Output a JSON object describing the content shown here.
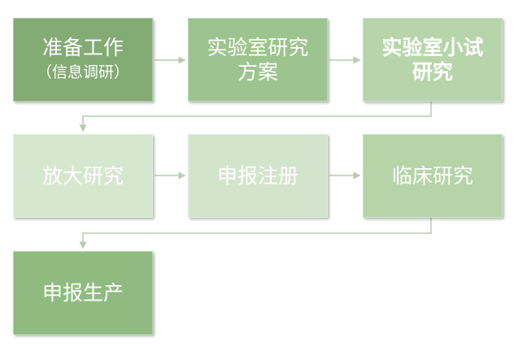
{
  "colors": {
    "box1": "#83ab74",
    "box2": "#9dc48e",
    "box3": "#b7d5ab",
    "box4": "#d6e7cf",
    "box5": "#d3e4cc",
    "box6": "#b5d4a8",
    "box7": "#8fbb80",
    "connector": "#b9ccae"
  },
  "steps": [
    {
      "line1": "准备工作",
      "line2": "（信息调研）"
    },
    {
      "line1": "实验室研究",
      "line2": "方案"
    },
    {
      "line1": "实验室小试",
      "line2": "研究"
    },
    {
      "line1": "放大研究"
    },
    {
      "line1": "申报注册"
    },
    {
      "line1": "临床研究"
    },
    {
      "line1": "申报生产"
    }
  ]
}
